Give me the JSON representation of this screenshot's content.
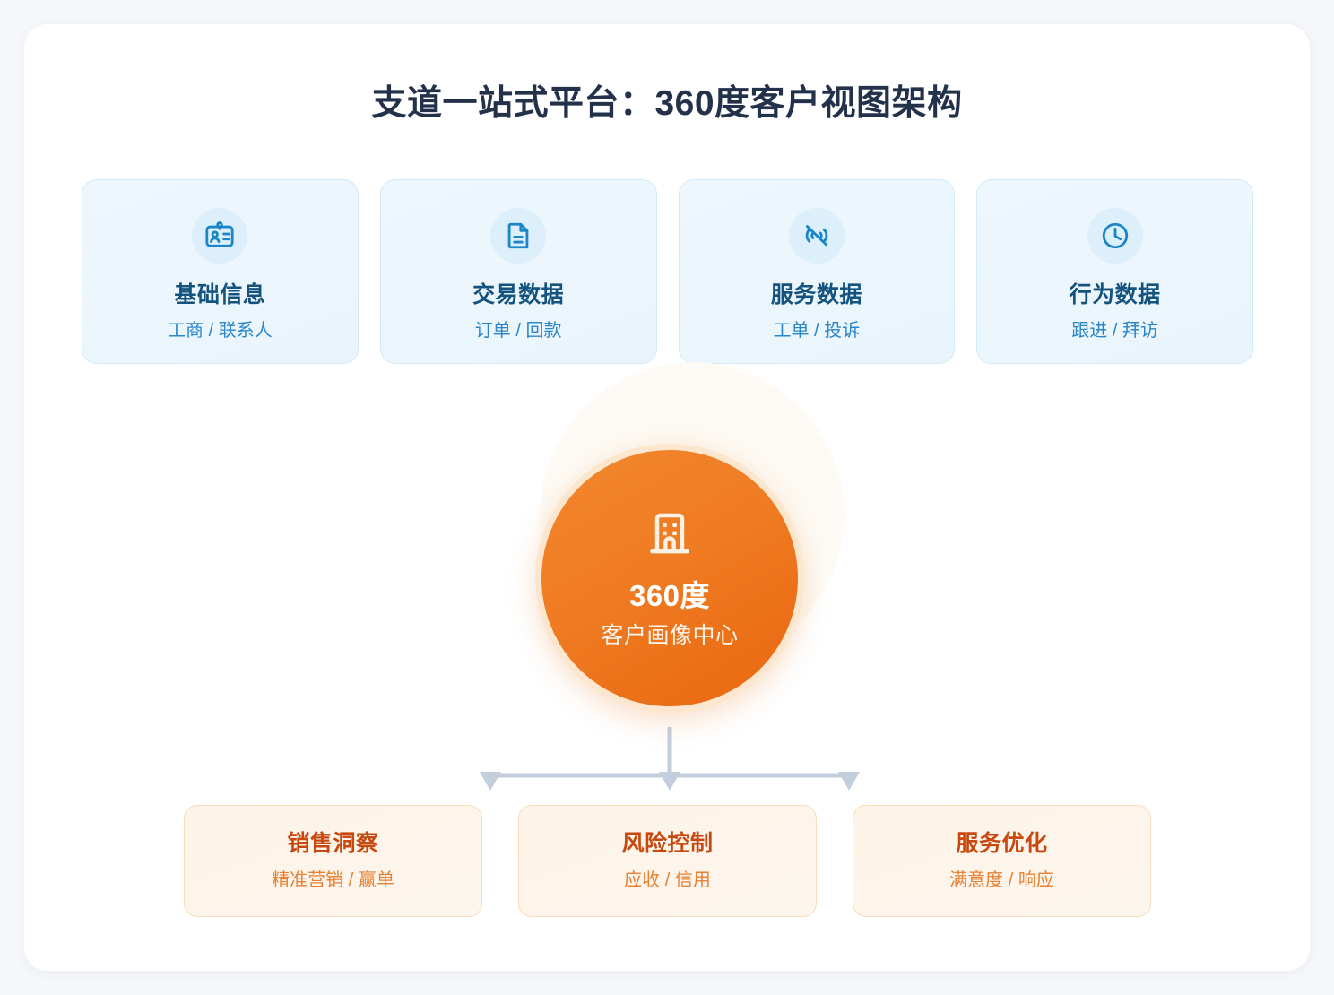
{
  "page": {
    "title": "支道一站式平台：360度客户视图架构",
    "background_color": "#f5f7fa",
    "panel_color": "#ffffff"
  },
  "sources": {
    "section_name": "data-source-cards",
    "items": [
      {
        "icon": "id-card-icon",
        "title": "基础信息",
        "subtitle": "工商 / 联系人"
      },
      {
        "icon": "document-icon",
        "title": "交易数据",
        "subtitle": "订单 / 回款"
      },
      {
        "icon": "signal-off-icon",
        "title": "服务数据",
        "subtitle": "工单 / 投诉"
      },
      {
        "icon": "clock-icon",
        "title": "行为数据",
        "subtitle": "跟进 / 拜访"
      }
    ]
  },
  "hub": {
    "icon": "building-icon",
    "title": "360度",
    "subtitle": "客户画像中心",
    "accent_color": "#ef7b22",
    "ring_color": "#fce6cd"
  },
  "outcomes": {
    "section_name": "outcome-cards",
    "items": [
      {
        "title": "销售洞察",
        "subtitle": "精准营销 / 赢单"
      },
      {
        "title": "风险控制",
        "subtitle": "应收 / 信用"
      },
      {
        "title": "服务优化",
        "subtitle": "满意度 / 响应"
      }
    ]
  },
  "connectors": {
    "line_color": "#c3cedd",
    "inbound_label": "sources-to-hub-arrow",
    "outbound_label": "hub-to-outcomes-arrows"
  },
  "colors": {
    "title_text": "#24314a",
    "source_title_text": "#15537f",
    "source_sub_text": "#2a86c9",
    "source_card_bg": "#eef7fd",
    "source_card_border": "#d2e9f8",
    "icon_circle_bg": "#dceffa",
    "icon_stroke": "#1a86c8",
    "outcome_title_text": "#c8490f",
    "outcome_sub_text": "#e88133",
    "outcome_card_bg": "#fdf4ea",
    "outcome_card_border": "#fadcba"
  }
}
